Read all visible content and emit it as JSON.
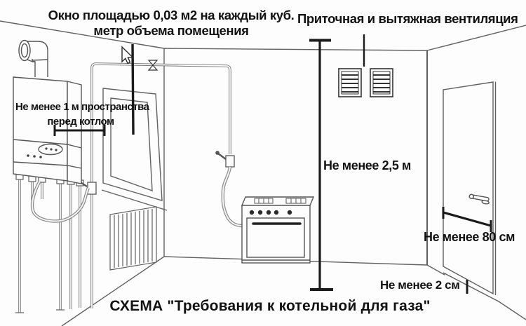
{
  "page": {
    "background": "#fdfdfd"
  },
  "colors": {
    "drawing_line": "#606060",
    "dimension_line": "#1b1b1b",
    "text": "#121212"
  },
  "labels": {
    "window_requirement_line1": "Окно площадью 0,03 м2 на каждый куб.",
    "window_requirement_line2": "метр объема помещения",
    "ventilation": "Приточная и вытяжная вентиляция",
    "boiler_clearance_line1": "Не менее 1 м пространства",
    "boiler_clearance_line2": "перед котлом",
    "ceiling_height_min": "Не менее 2,5 м",
    "door_width_min": "Не менее 80 см",
    "door_bottom_gap_min": "Не менее 2 см",
    "title": "СХЕМА \"Требования к котельной для газа\""
  },
  "icons": {
    "cursor": "arrow-pointer-icon"
  }
}
